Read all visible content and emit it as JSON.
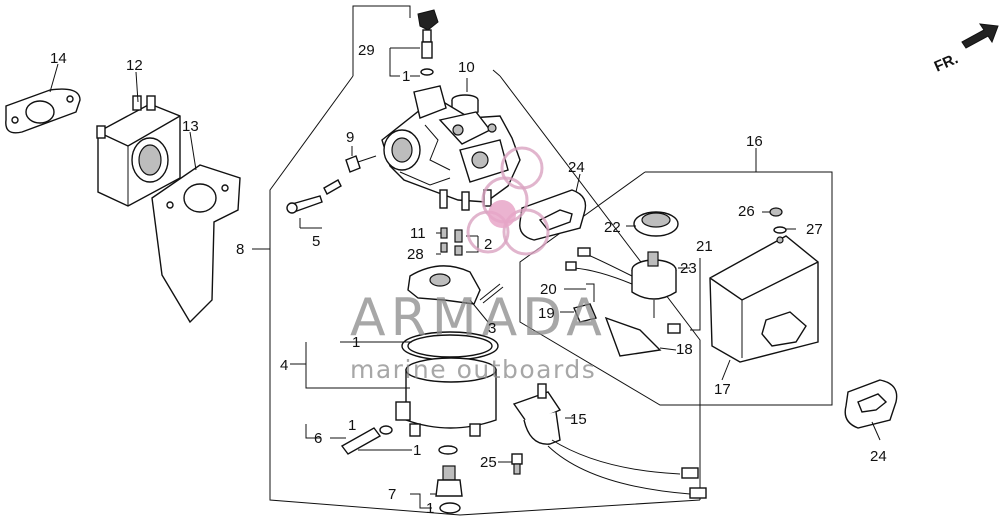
{
  "diagram": {
    "labels": {
      "p1a": "1",
      "p1b": "1",
      "p1c": "1",
      "p1d": "1",
      "p1e": "1",
      "p2": "2",
      "p3": "3",
      "p4": "4",
      "p5": "5",
      "p6": "6",
      "p7": "7",
      "p8": "8",
      "p9": "9",
      "p10": "10",
      "p11": "11",
      "p12": "12",
      "p13": "13",
      "p14": "14",
      "p15": "15",
      "p16": "16",
      "p17": "17",
      "p18": "18",
      "p19": "19",
      "p20": "20",
      "p21": "21",
      "p22": "22",
      "p23": "23",
      "p24a": "24",
      "p24b": "24",
      "p25": "25",
      "p26": "26",
      "p27": "27",
      "p28": "28",
      "p29": "29"
    },
    "direction": "FR.",
    "watermark": {
      "brand": "ARMADA",
      "tagline": "marine outboards"
    }
  }
}
